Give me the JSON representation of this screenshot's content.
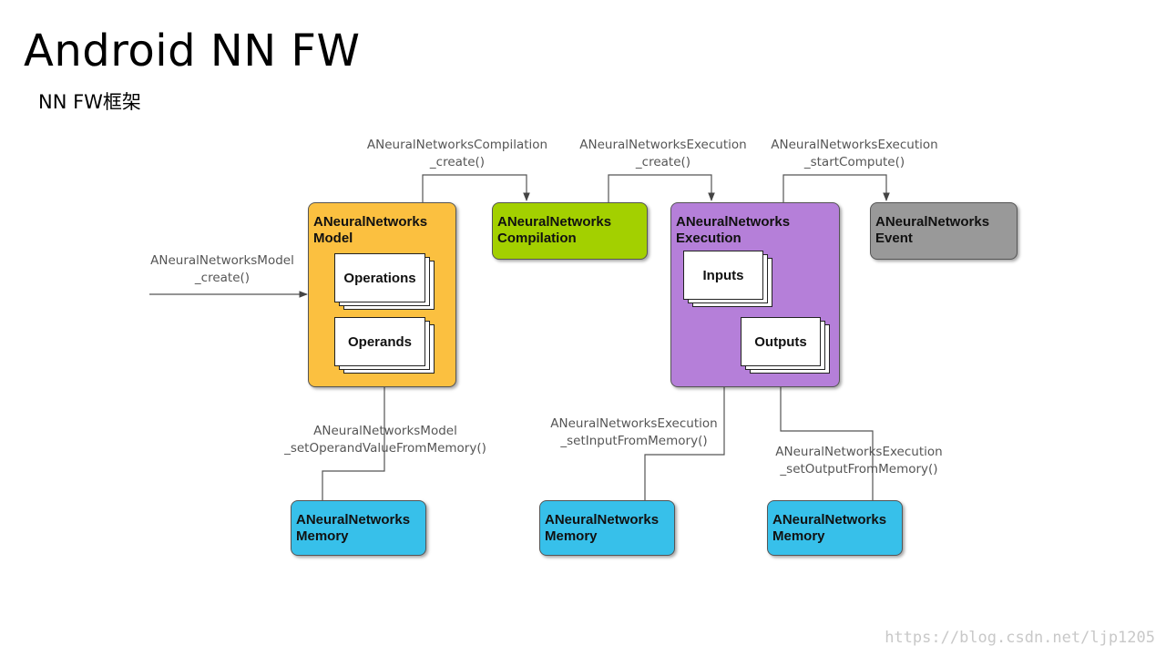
{
  "slide": {
    "title": "Android NN FW",
    "subtitle": "NN FW框架"
  },
  "colors": {
    "model": "#fbc040",
    "compilation": "#a3d000",
    "execution": "#b57fd9",
    "event": "#999999",
    "memory": "#37c0ea",
    "connector": "#555555"
  },
  "nodes": {
    "model": "ANeuralNetworks\nModel",
    "compilation": "ANeuralNetworks\nCompilation",
    "execution": "ANeuralNetworks\nExecution",
    "event": "ANeuralNetworks\nEvent",
    "memory": "ANeuralNetworks\nMemory"
  },
  "sub_items": {
    "operations": "Operations",
    "operands": "Operands",
    "inputs": "Inputs",
    "outputs": "Outputs"
  },
  "calls": {
    "model_create": "ANeuralNetworksModel\n_create()",
    "compilation_create": "ANeuralNetworksCompilation\n_create()",
    "execution_create": "ANeuralNetworksExecution\n_create()",
    "start_compute": "ANeuralNetworksExecution\n_startCompute()",
    "set_operand_value": "ANeuralNetworksModel\n_setOperandValueFromMemory()",
    "set_input": "ANeuralNetworksExecution\n_setInputFromMemory()",
    "set_output": "ANeuralNetworksExecution\n_setOutputFromMemory()"
  },
  "watermark": "https://blog.csdn.net/ljp1205"
}
